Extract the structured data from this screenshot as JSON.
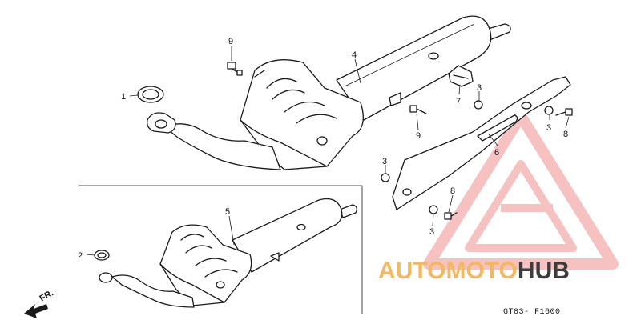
{
  "callouts": {
    "c1": "1",
    "c2": "2",
    "c3a": "3",
    "c3b": "3",
    "c3c": "3",
    "c3d": "3",
    "c4": "4",
    "c5": "5",
    "c6": "6",
    "c7": "7",
    "c8a": "8",
    "c8b": "8",
    "c9a": "9",
    "c9b": "9"
  },
  "direction_label": "FR.",
  "diagram_code": "GT83- F1600",
  "watermark": {
    "part1": "AUTOMOTO",
    "part2": "HUB",
    "color_accent": "#f3b862",
    "color_dark": "#3c3c3c",
    "triangle_color": "#f2a3a3"
  }
}
